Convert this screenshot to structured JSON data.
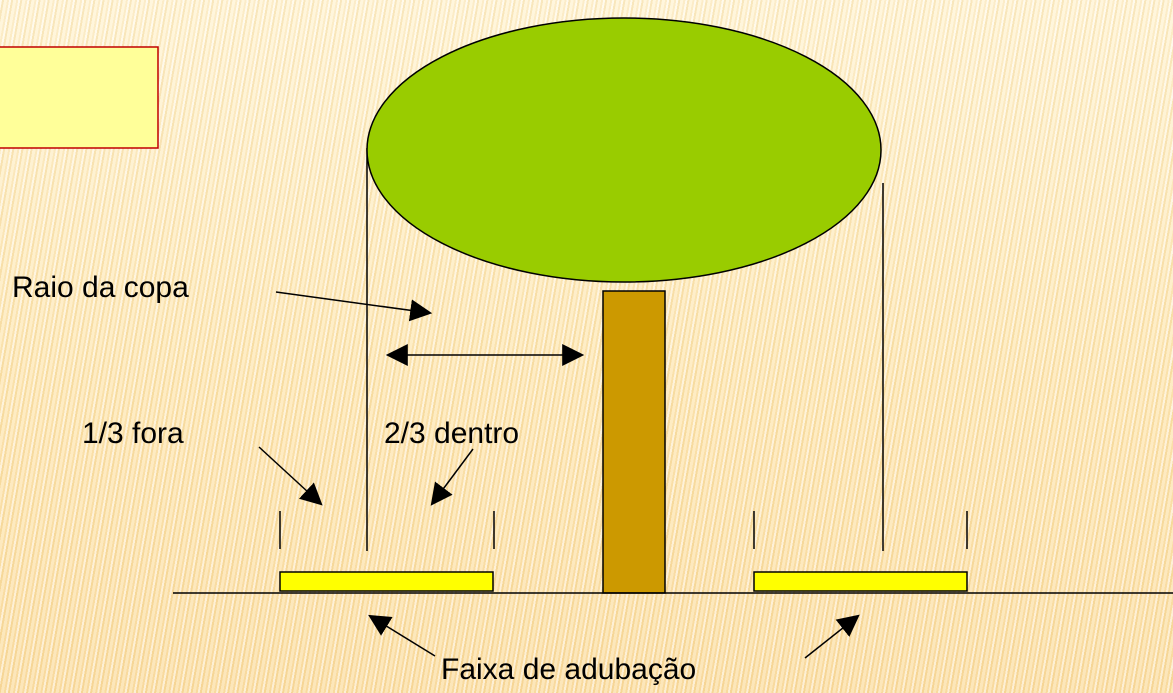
{
  "labels": {
    "crown_radius": "Raio da copa",
    "one_third_outside": "1/3 fora",
    "two_thirds_inside": "2/3 dentro",
    "fertilization_strip": "Faixa de adubação"
  },
  "colors": {
    "crown": "#99cc00",
    "trunk": "#cc9900",
    "fertilization_strip": "#ffff00",
    "note_box": "#ffff99",
    "note_box_border": "#c00000"
  }
}
